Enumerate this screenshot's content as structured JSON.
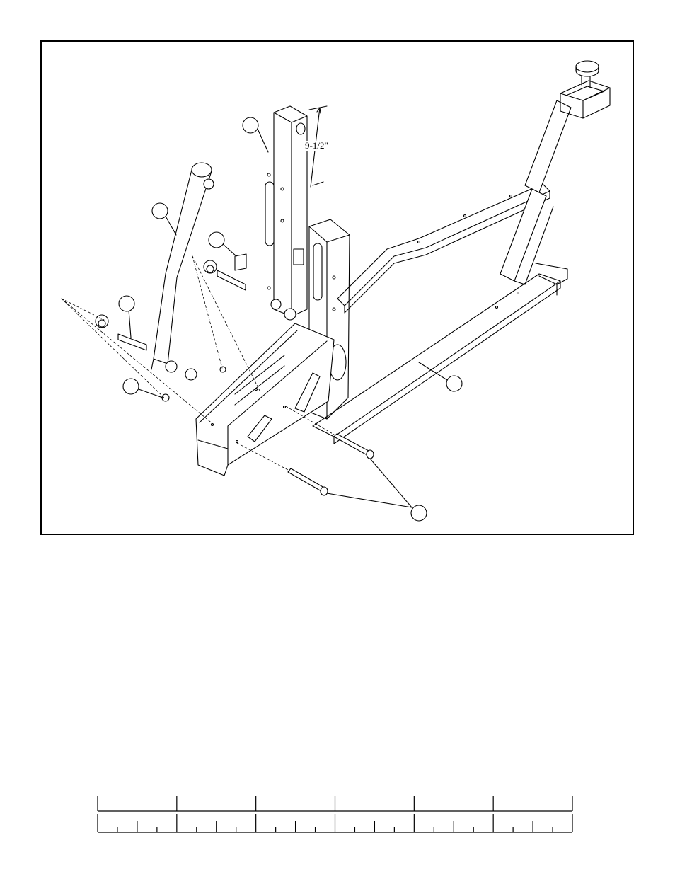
{
  "figure": {
    "dimension_label": "9-1/2\"",
    "callout_count": 8
  },
  "ruler": {
    "major_divisions": 6,
    "minor_ticks_per_division": 4
  }
}
